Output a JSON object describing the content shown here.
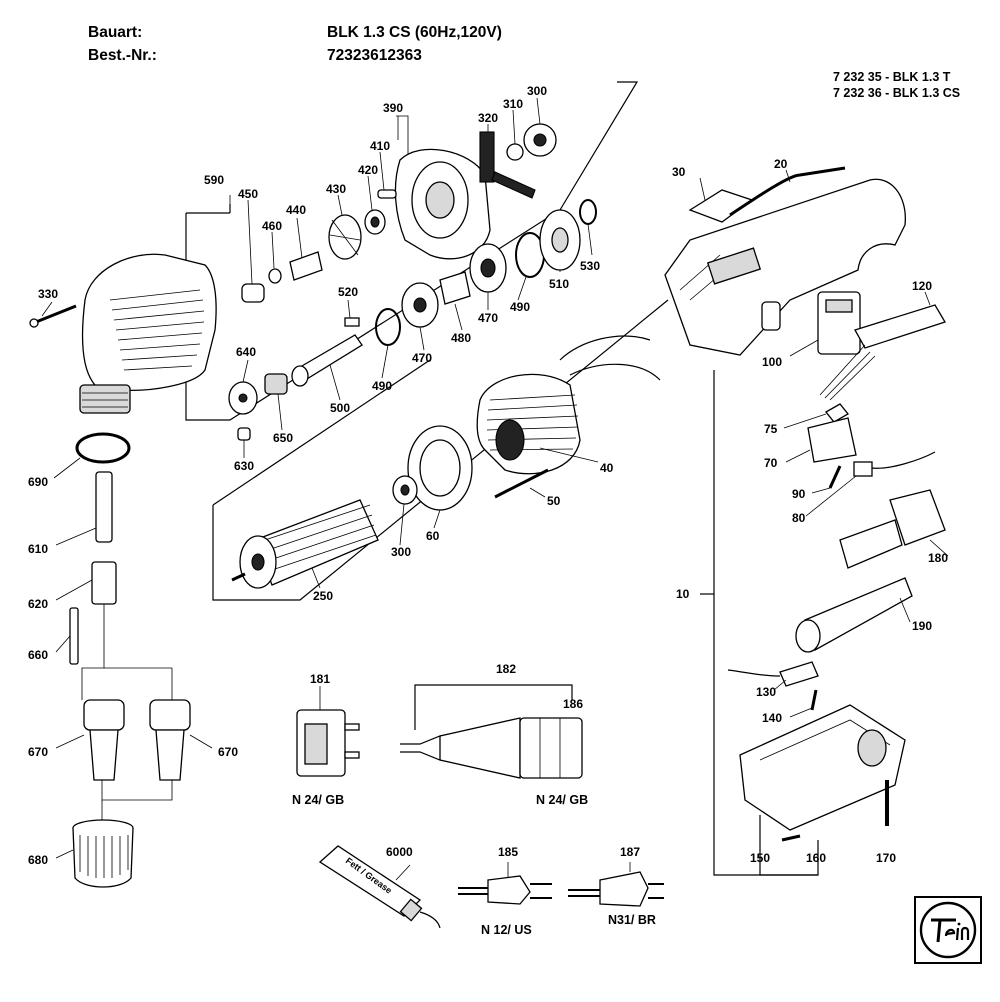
{
  "header": {
    "type_label": "Bauart:",
    "type_value": "BLK 1.3 CS (60Hz,120V)",
    "order_label": "Best.-Nr.:",
    "order_value": "72323612363"
  },
  "models": [
    "7 232 35 - BLK 1.3  T",
    "7 232 36 - BLK 1.3 CS"
  ],
  "part_labels": {
    "p390": "390",
    "p300a": "300",
    "p310": "310",
    "p320": "320",
    "p410": "410",
    "p420": "420",
    "p430": "430",
    "p440": "440",
    "p450": "450",
    "p460": "460",
    "p590": "590",
    "p330": "330",
    "p520": "520",
    "p640": "640",
    "p630": "630",
    "p650": "650",
    "p500": "500",
    "p490a": "490",
    "p470a": "470",
    "p480": "480",
    "p470b": "470",
    "p490b": "490",
    "p510": "510",
    "p530": "530",
    "p30": "30",
    "p20": "20",
    "p120": "120",
    "p100": "100",
    "p75": "75",
    "p70": "70",
    "p90": "90",
    "p80": "80",
    "p40": "40",
    "p50": "50",
    "p60": "60",
    "p300b": "300",
    "p250": "250",
    "p690": "690",
    "p610": "610",
    "p620": "620",
    "p660": "660",
    "p670a": "670",
    "p670b": "670",
    "p680": "680",
    "p180": "180",
    "p10": "10",
    "p190": "190",
    "p130": "130",
    "p140": "140",
    "p150": "150",
    "p160": "160",
    "p170": "170",
    "p181": "181",
    "p182": "182",
    "p186": "186",
    "p6000": "6000",
    "p185": "185",
    "p187": "187"
  },
  "variants": {
    "v181": "N 24/ GB",
    "v186": "N 24/ GB",
    "v185": "N 12/ US",
    "v187": "N31/ BR"
  },
  "tube_text": "Fett / Grease",
  "logo_text": "fein",
  "colors": {
    "ink": "#000000",
    "paper": "#ffffff",
    "shade": "#d9d9d9"
  }
}
